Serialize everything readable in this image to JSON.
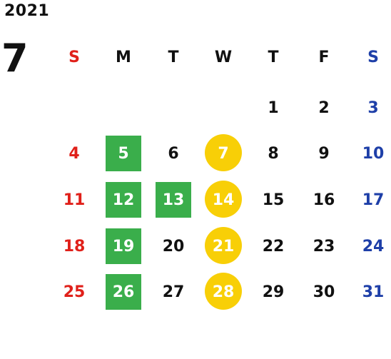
{
  "calendar": {
    "year": "2021",
    "month": "7",
    "weekdays": [
      {
        "label": "S",
        "color": "#e0201a"
      },
      {
        "label": "M",
        "color": "#111111"
      },
      {
        "label": "T",
        "color": "#111111"
      },
      {
        "label": "W",
        "color": "#111111"
      },
      {
        "label": "T",
        "color": "#111111"
      },
      {
        "label": "F",
        "color": "#111111"
      },
      {
        "label": "S",
        "color": "#1e3fa8"
      }
    ],
    "colors": {
      "sunday": "#e0201a",
      "saturday": "#1e3fa8",
      "weekday": "#111111",
      "green_highlight": "#3aae4b",
      "yellow_highlight": "#f8cf07"
    },
    "days": [
      {
        "label": "1",
        "col": 4,
        "row": 0,
        "highlight": ""
      },
      {
        "label": "2",
        "col": 5,
        "row": 0,
        "highlight": ""
      },
      {
        "label": "3",
        "col": 6,
        "row": 0,
        "highlight": ""
      },
      {
        "label": "4",
        "col": 0,
        "row": 1,
        "highlight": ""
      },
      {
        "label": "5",
        "col": 1,
        "row": 1,
        "highlight": "green"
      },
      {
        "label": "6",
        "col": 2,
        "row": 1,
        "highlight": ""
      },
      {
        "label": "7",
        "col": 3,
        "row": 1,
        "highlight": "yellow"
      },
      {
        "label": "8",
        "col": 4,
        "row": 1,
        "highlight": ""
      },
      {
        "label": "9",
        "col": 5,
        "row": 1,
        "highlight": ""
      },
      {
        "label": "10",
        "col": 6,
        "row": 1,
        "highlight": ""
      },
      {
        "label": "11",
        "col": 0,
        "row": 2,
        "highlight": ""
      },
      {
        "label": "12",
        "col": 1,
        "row": 2,
        "highlight": "green"
      },
      {
        "label": "13",
        "col": 2,
        "row": 2,
        "highlight": "green"
      },
      {
        "label": "14",
        "col": 3,
        "row": 2,
        "highlight": "yellow"
      },
      {
        "label": "15",
        "col": 4,
        "row": 2,
        "highlight": ""
      },
      {
        "label": "16",
        "col": 5,
        "row": 2,
        "highlight": ""
      },
      {
        "label": "17",
        "col": 6,
        "row": 2,
        "highlight": ""
      },
      {
        "label": "18",
        "col": 0,
        "row": 3,
        "highlight": ""
      },
      {
        "label": "19",
        "col": 1,
        "row": 3,
        "highlight": "green"
      },
      {
        "label": "20",
        "col": 2,
        "row": 3,
        "highlight": ""
      },
      {
        "label": "21",
        "col": 3,
        "row": 3,
        "highlight": "yellow"
      },
      {
        "label": "22",
        "col": 4,
        "row": 3,
        "highlight": ""
      },
      {
        "label": "23",
        "col": 5,
        "row": 3,
        "highlight": ""
      },
      {
        "label": "24",
        "col": 6,
        "row": 3,
        "highlight": ""
      },
      {
        "label": "25",
        "col": 0,
        "row": 4,
        "highlight": ""
      },
      {
        "label": "26",
        "col": 1,
        "row": 4,
        "highlight": "green"
      },
      {
        "label": "27",
        "col": 2,
        "row": 4,
        "highlight": ""
      },
      {
        "label": "28",
        "col": 3,
        "row": 4,
        "highlight": "yellow"
      },
      {
        "label": "29",
        "col": 4,
        "row": 4,
        "highlight": ""
      },
      {
        "label": "30",
        "col": 5,
        "row": 4,
        "highlight": ""
      },
      {
        "label": "31",
        "col": 6,
        "row": 4,
        "highlight": ""
      }
    ]
  }
}
